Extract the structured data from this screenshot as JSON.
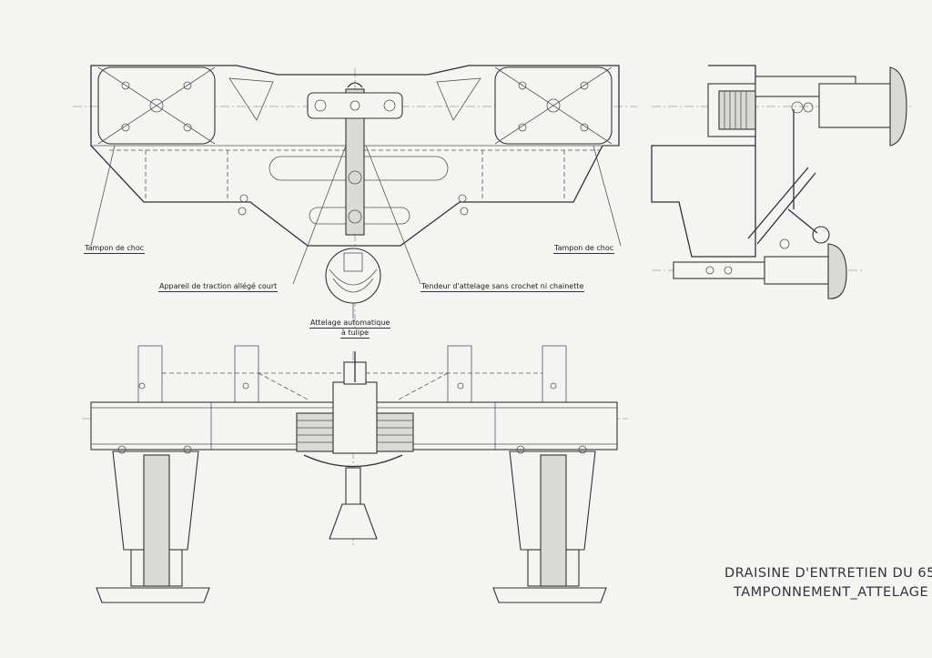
{
  "labels": {
    "buffer_left": "Tampon de choc",
    "buffer_right": "Tampon de choc",
    "traction": "Appareil de traction allégé court",
    "tensioner": "Tendeur d'attelage sans crochet ni chainette",
    "coupling_line1": "Attelage automatique",
    "coupling_line2": "à tulipe"
  },
  "title": {
    "line1": "DRAISINE D'ENTRETIEN DU 65",
    "line2": "TAMPONNEMENT_ATTELAGE"
  }
}
